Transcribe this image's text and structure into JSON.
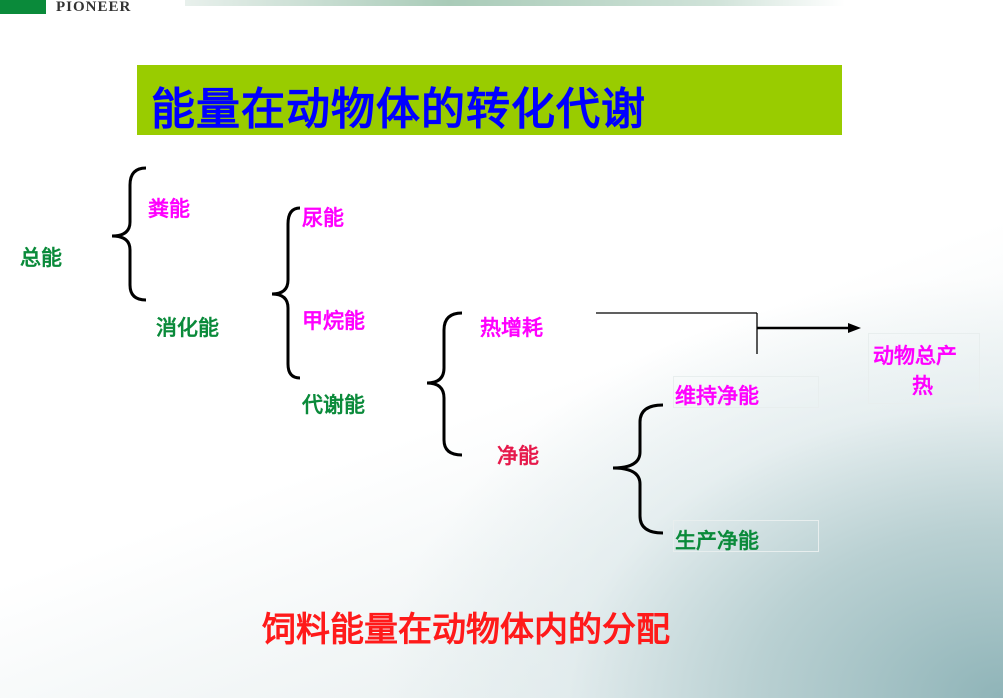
{
  "logo": {
    "text": "PIONEER"
  },
  "title": "能量在动物体的转化代谢",
  "nodes": {
    "gross_energy": "总能",
    "fecal_energy": "粪能",
    "digestible_energy": "消化能",
    "urine_energy": "尿能",
    "methane_energy": "甲烷能",
    "metabolizable_energy": "代谢能",
    "heat_increment": "热增耗",
    "net_energy": "净能",
    "maintenance_net_energy": "维持净能",
    "production_net_energy": "生产净能",
    "total_heat_line1": "动物总产",
    "total_heat_line2": "热"
  },
  "caption": "饲料能量在动物体内的分配",
  "colors": {
    "title_bg": "#99cc00",
    "title_text": "#0000ff",
    "green": "#0a8a3a",
    "magenta": "#ff00ff",
    "red": "#e6194b",
    "caption": "#ff1a1a"
  }
}
